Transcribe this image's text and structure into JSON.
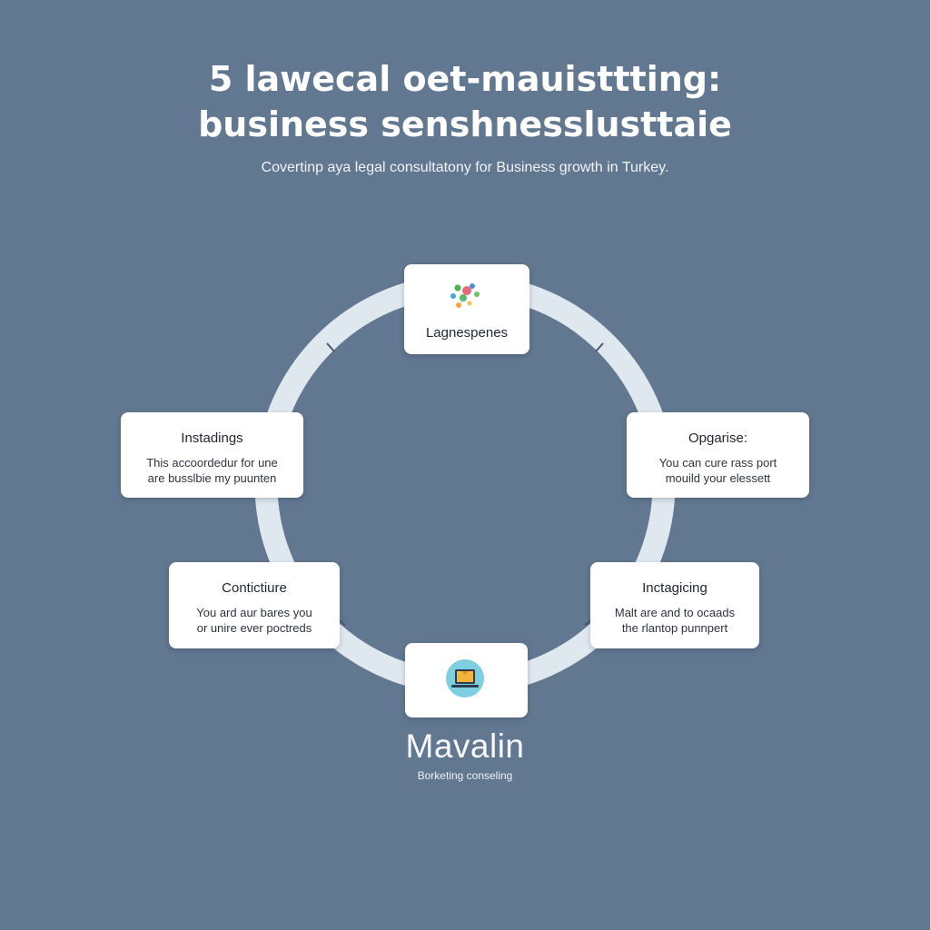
{
  "header": {
    "title_line1": "5 lawecal oet-mauisttting:",
    "title_line2": "business senshnesslusttaie",
    "subtitle": "Covertinp aya legal consultatony for Business growth in Turkey."
  },
  "diagram": {
    "nodes": [
      {
        "id": "top",
        "title": "Lagnespenes",
        "icon": "colorful-dots-icon"
      },
      {
        "id": "left",
        "title": "Instadings",
        "desc_line1": "This accoordedur for une",
        "desc_line2": "are busslbie my puunten"
      },
      {
        "id": "right",
        "title": "Opgarise:",
        "desc_line1": "You can cure rass port",
        "desc_line2": "mouild your elessett"
      },
      {
        "id": "lower-left",
        "title": "Contictiure",
        "desc_line1": "You ard aur bares you",
        "desc_line2": "or unire ever poctreds"
      },
      {
        "id": "lower-right",
        "title": "Inctagicing",
        "desc_line1": "Malt are and to ocaads",
        "desc_line2": "the rlantop punnpert"
      },
      {
        "id": "bottom",
        "icon": "laptop-icon"
      }
    ]
  },
  "brand": {
    "name": "Mavalin",
    "tagline": "Borketing conseling"
  },
  "colors": {
    "background": "#627790",
    "ring": "#dfe8ef",
    "card": "#ffffff",
    "laptop_circle": "#7ecfe0",
    "laptop_screen": "#f2b53a"
  }
}
